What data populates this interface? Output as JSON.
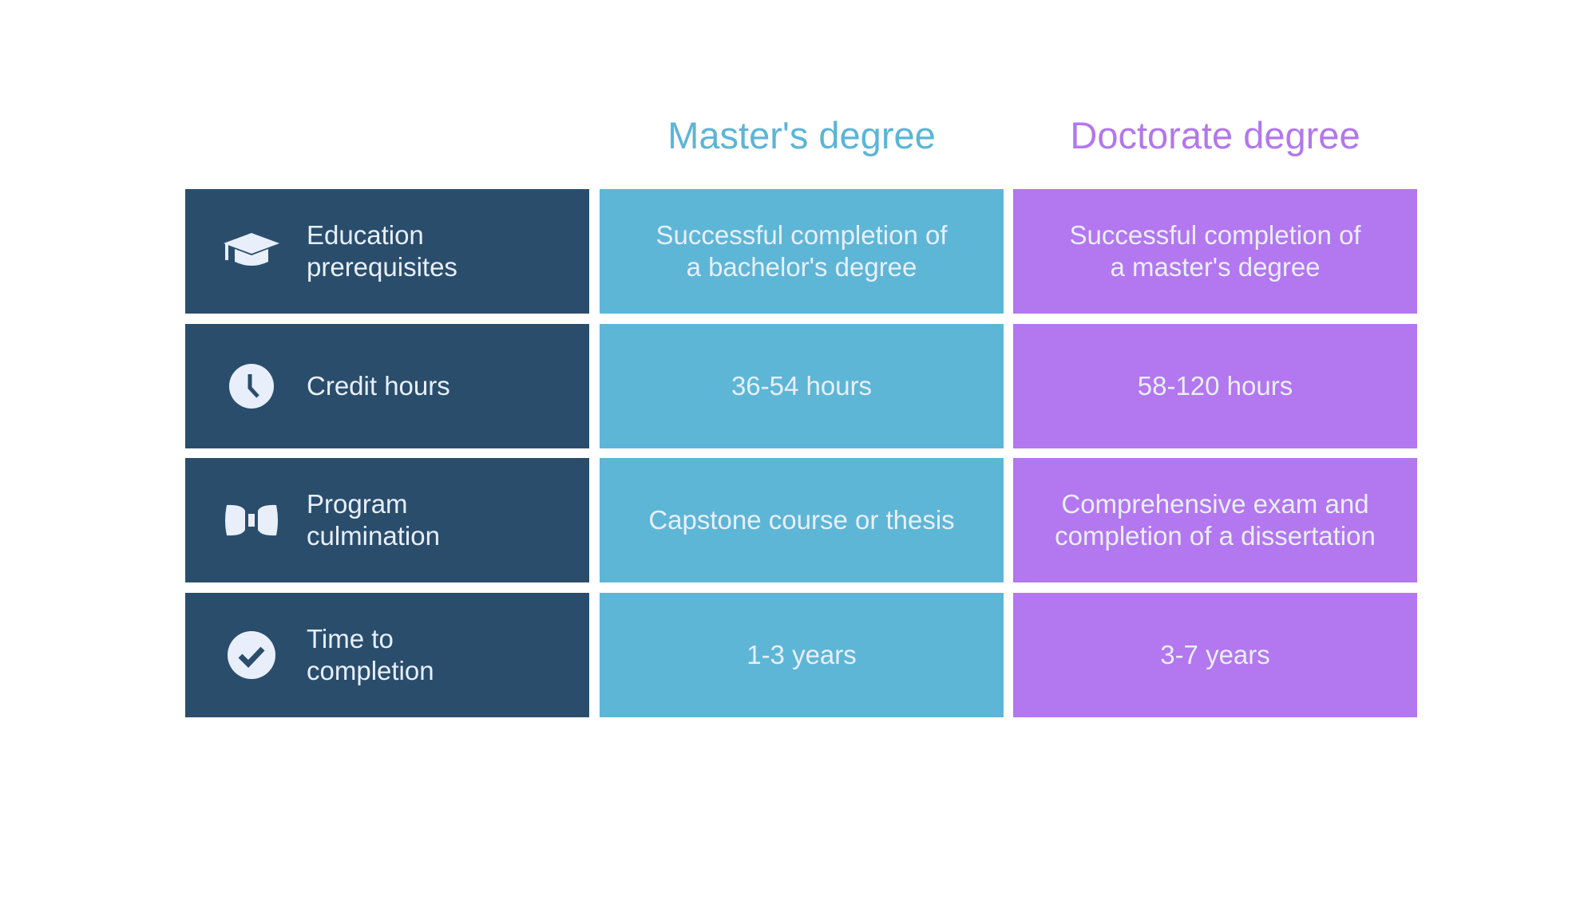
{
  "columns": {
    "masters": "Master's degree",
    "doctorate": "Doctorate degree"
  },
  "rows": [
    {
      "icon": "graduation-cap-icon",
      "label": "Education\nprerequisites",
      "masters": "Successful completion of\na bachelor's degree",
      "doctorate": "Successful completion of\na master's degree"
    },
    {
      "icon": "clock-icon",
      "label": "Credit hours",
      "masters": "36-54 hours",
      "doctorate": "58-120 hours"
    },
    {
      "icon": "bow-tie-icon",
      "label": "Program\nculmination",
      "masters": "Capstone course or thesis",
      "doctorate": "Comprehensive exam and\ncompletion of a dissertation"
    },
    {
      "icon": "check-circle-icon",
      "label": "Time to\ncompletion",
      "masters": "1-3 years",
      "doctorate": "3-7 years"
    }
  ],
  "colors": {
    "label_bg": "#2a4d6c",
    "masters": "#5eb6d6",
    "doctorate": "#b377ef",
    "text": "#e8effa"
  }
}
